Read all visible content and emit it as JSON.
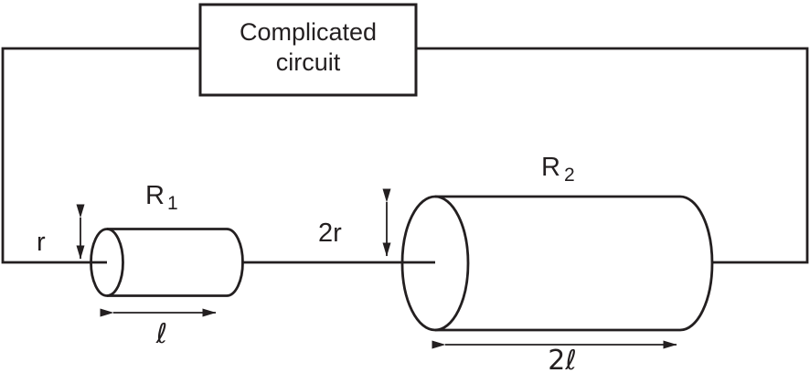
{
  "figure": {
    "description": "Series circuit diagram with two cylindrical resistors connected to a complicated circuit box",
    "colors": {
      "ink": "#231f20",
      "background": "#ffffff"
    },
    "box": {
      "line1": "Complicated",
      "line2": "circuit"
    },
    "resistor1": {
      "label_base": "R",
      "label_sub": "1",
      "radius_label": "r",
      "length_label": "ℓ"
    },
    "resistor2": {
      "label_base": "R",
      "label_sub": "2",
      "radius_label": "2r",
      "length_label": "2ℓ"
    }
  }
}
